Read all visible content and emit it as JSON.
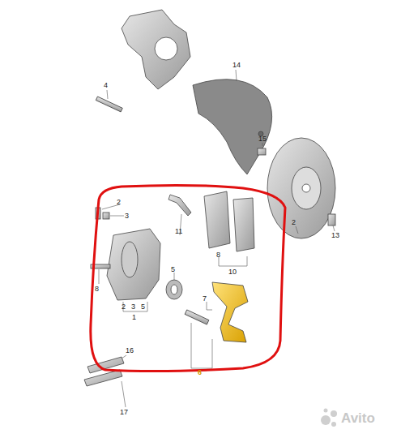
{
  "diagram": {
    "labels": [
      "14",
      "4",
      "15",
      "2",
      "13",
      "2",
      "3",
      "11",
      "8",
      "10",
      "5",
      "8",
      "2",
      "3",
      "5",
      "1",
      "7",
      "6",
      "16",
      "17",
      "Avito"
    ]
  }
}
